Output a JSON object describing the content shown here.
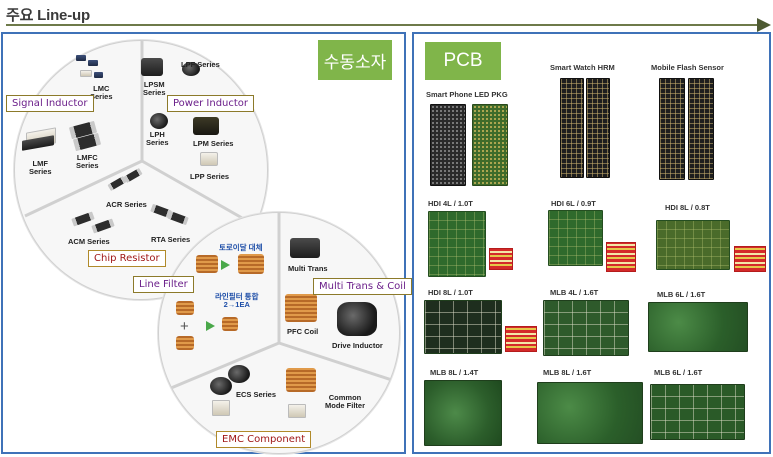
{
  "header": {
    "title": "주요 Line-up"
  },
  "passive": {
    "tag": "수동소자",
    "categories": {
      "signal": "Signal Inductor",
      "power": "Power Inductor",
      "chip": "Chip Resistor",
      "line": "Line Filter",
      "multi": "Multi Trans & Coil",
      "emc": "EMC Component"
    },
    "products": {
      "lmc": "LMC\nSeries",
      "lmf": "LMF\nSeries",
      "lmfc": "LMFC\nSeries",
      "lpsm": "LPSM\nSeries",
      "lpf": "LPF Series",
      "lph": "LPH\nSeries",
      "lpm": "LPM Series",
      "lpp": "LPP Series",
      "acr": "ACR Series",
      "acm": "ACM Series",
      "rta": "RTA Series",
      "toroid_note": "토로이달 대체",
      "linefilter_note": "라인필터 통합\n2→1EA",
      "multi_trans": "Multi Trans",
      "pfc": "PFC Coil",
      "drive": "Drive Inductor",
      "ecs": "ECS Series",
      "cmf": "Common\nMode Filter"
    }
  },
  "pcb": {
    "tag": "PCB",
    "items": {
      "sp_led": "Smart Phone LED PKG",
      "sw_hrm": "Smart Watch HRM",
      "mfs": "Mobile Flash Sensor",
      "hdi4": "HDI 4L / 1.0T",
      "hdi6": "HDI 6L / 0.9T",
      "hdi8a": "HDI 8L / 0.8T",
      "hdi8b": "HDI 8L / 1.0T",
      "mlb4": "MLB 4L / 1.6T",
      "mlb6a": "MLB 6L / 1.6T",
      "mlb8a": "MLB 8L / 1.4T",
      "mlb8b": "MLB 8L / 1.6T",
      "mlb6b": "MLB 6L / 1.6T"
    }
  },
  "colors": {
    "panel_border": "#3f72b8",
    "tag_green": "#80b54a",
    "header_rule": "#6e7a4a"
  }
}
